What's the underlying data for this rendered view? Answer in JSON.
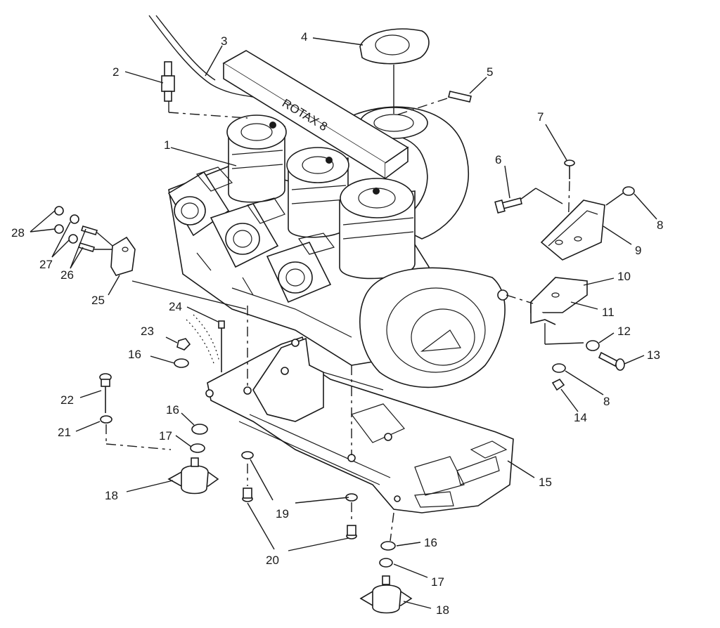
{
  "diagram": {
    "colors": {
      "ink": "#1a1a1a",
      "paper": "#ffffff"
    },
    "callouts": [
      {
        "id": "c1",
        "label": "1"
      },
      {
        "id": "c2",
        "label": "2"
      },
      {
        "id": "c3",
        "label": "3"
      },
      {
        "id": "c4",
        "label": "4"
      },
      {
        "id": "c5",
        "label": "5"
      },
      {
        "id": "c6",
        "label": "6"
      },
      {
        "id": "c7",
        "label": "7"
      },
      {
        "id": "c8a",
        "label": "8"
      },
      {
        "id": "c9",
        "label": "9"
      },
      {
        "id": "c10",
        "label": "10"
      },
      {
        "id": "c11",
        "label": "11"
      },
      {
        "id": "c12",
        "label": "12"
      },
      {
        "id": "c13",
        "label": "13"
      },
      {
        "id": "c8b",
        "label": "8"
      },
      {
        "id": "c14",
        "label": "14"
      },
      {
        "id": "c15",
        "label": "15"
      },
      {
        "id": "c16a",
        "label": "16"
      },
      {
        "id": "c16b",
        "label": "16"
      },
      {
        "id": "c16c",
        "label": "16"
      },
      {
        "id": "c17a",
        "label": "17"
      },
      {
        "id": "c17b",
        "label": "17"
      },
      {
        "id": "c18a",
        "label": "18"
      },
      {
        "id": "c18b",
        "label": "18"
      },
      {
        "id": "c19",
        "label": "19"
      },
      {
        "id": "c20",
        "label": "20"
      },
      {
        "id": "c21",
        "label": "21"
      },
      {
        "id": "c22",
        "label": "22"
      },
      {
        "id": "c23",
        "label": "23"
      },
      {
        "id": "c24",
        "label": "24"
      },
      {
        "id": "c25",
        "label": "25"
      },
      {
        "id": "c26",
        "label": "26"
      },
      {
        "id": "c27",
        "label": "27"
      },
      {
        "id": "c28",
        "label": "28"
      }
    ]
  }
}
